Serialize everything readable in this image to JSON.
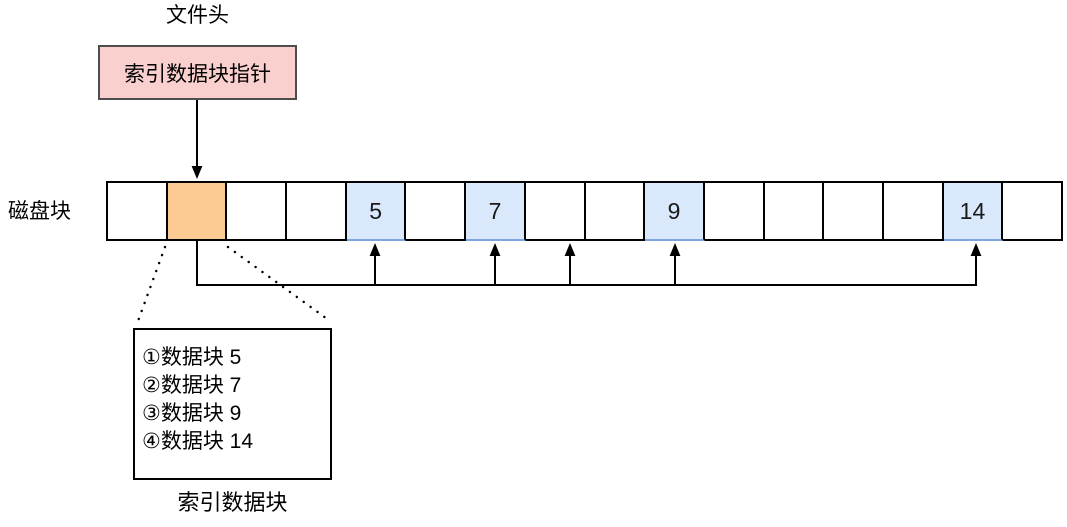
{
  "labels": {
    "file_header": "文件头",
    "disk_row": "磁盘块",
    "index_block_caption": "索引数据块"
  },
  "pointer_box": {
    "text": "索引数据块指针"
  },
  "disk_row": {
    "blocks": [
      {
        "fill": "white",
        "label": ""
      },
      {
        "fill": "orange",
        "label": ""
      },
      {
        "fill": "white",
        "label": ""
      },
      {
        "fill": "white",
        "label": ""
      },
      {
        "fill": "blue",
        "label": "5"
      },
      {
        "fill": "white",
        "label": ""
      },
      {
        "fill": "blue",
        "label": "7"
      },
      {
        "fill": "white",
        "label": ""
      },
      {
        "fill": "white",
        "label": ""
      },
      {
        "fill": "blue",
        "label": "9"
      },
      {
        "fill": "white",
        "label": ""
      },
      {
        "fill": "white",
        "label": ""
      },
      {
        "fill": "white",
        "label": ""
      },
      {
        "fill": "white",
        "label": ""
      },
      {
        "fill": "blue",
        "label": "14"
      },
      {
        "fill": "white",
        "label": ""
      }
    ]
  },
  "index_block": {
    "entries": [
      "①数据块 5",
      "②数据块 7",
      "③数据块 9",
      "④数据块 14"
    ]
  },
  "colors": {
    "pointer_box_fill": "#fad0ce",
    "pointer_box_border": "#4d4d4d",
    "index_cell_fill": "#fbcb93",
    "data_cell_fill": "#dae8fc",
    "data_cell_edge": "#7ea6e0",
    "line_color": "#000000"
  }
}
